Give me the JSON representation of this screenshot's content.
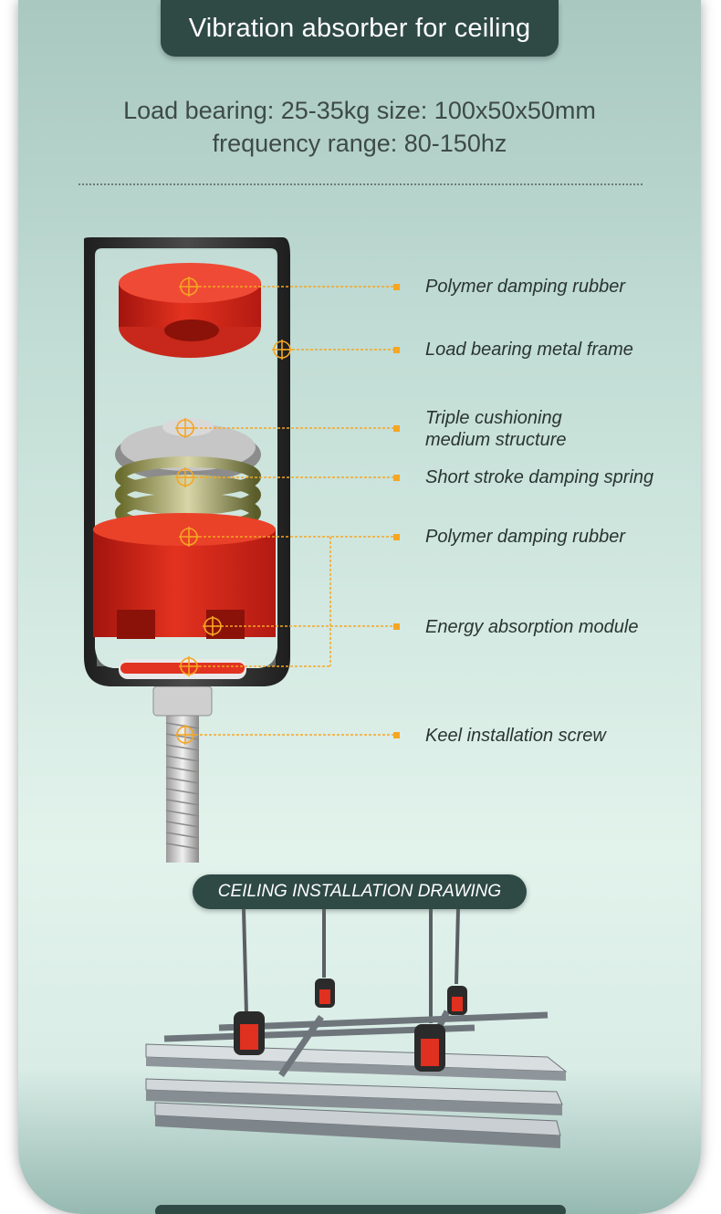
{
  "header": {
    "title": "Vibration absorber for ceiling"
  },
  "specs": {
    "line1": "Load bearing: 25-35kg size: 100x50x50mm",
    "line2": "frequency range: 80-150hz"
  },
  "callouts": [
    "Polymer damping rubber",
    "Load bearing metal frame",
    "Triple cushioning",
    "medium structure",
    "Short stroke damping spring",
    "Polymer damping rubber",
    "Energy absorption module",
    "Keel installation screw"
  ],
  "section": {
    "title": "CEILING INSTALLATION DRAWING"
  },
  "colors": {
    "dark_green": "#2f4a45",
    "rubber_red": "#e02a1f",
    "callout_orange": "#f5a623",
    "frame_dark": "#2b2b2b"
  }
}
